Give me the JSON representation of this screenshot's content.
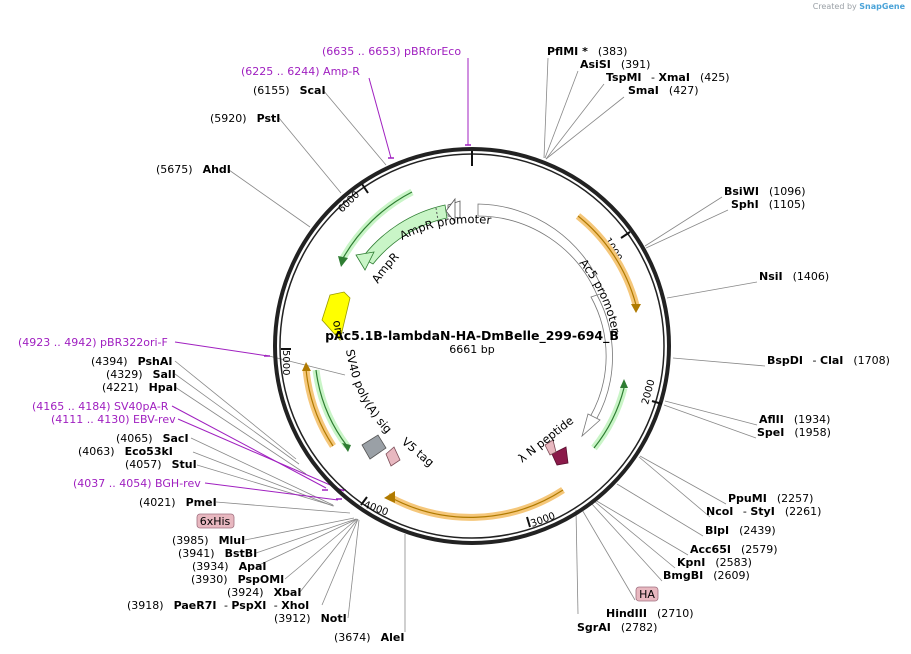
{
  "credit": {
    "prefix": "Created by",
    "brand": "SnapGene"
  },
  "plasmid": {
    "name": "pAc5.1B-lambdaN-HA-DmBelle_299-694_B",
    "length": "6661 bp"
  },
  "ticks": [
    "1000",
    "2000",
    "3000",
    "4000",
    "5000",
    "6000"
  ],
  "features": {
    "ampr_promoter": "AmpR promoter",
    "ampr": "AmpR",
    "ori": "ori",
    "sv40": "SV40 poly(A) signal",
    "v5": "V5 tag",
    "lambda": "λ N peptide",
    "ac5": "Ac5 promoter"
  },
  "colors": {
    "ampr": "#c9f5c7",
    "ori": "#ffff00",
    "orf": "#f5c77a",
    "ac5": "#ffffff",
    "sv40": "#9aa0a6",
    "v5": "#e8b8c0",
    "lambda": "#8b1a4a",
    "primer": "#a020c0"
  },
  "boxes": {
    "sixhis": "6xHis",
    "ha": "HA"
  },
  "primers": {
    "pbrforeco": "(6635 .. 6653)  pBRforEco",
    "ampr": "(6225 .. 6244)  Amp-R",
    "pbr322ori": "(4923 .. 4942)  pBR322ori-F",
    "sv40pa": "(4165 .. 4184)  SV40pA-R",
    "ebvrev": "(4111 .. 4130)  EBV-rev",
    "bghrev": "(4037 .. 4054)  BGH-rev"
  },
  "sites": {
    "pflmi": {
      "name": "PflMI *",
      "pos": "(383)"
    },
    "asisi": {
      "name": "AsiSI",
      "pos": "(391)"
    },
    "tspmi": {
      "name": "TspMI",
      "sep": " - ",
      "name2": "XmaI",
      "pos": "(425)"
    },
    "smai": {
      "name": "SmaI",
      "pos": "(427)"
    },
    "bsiwi": {
      "name": "BsiWI",
      "pos": "(1096)"
    },
    "sphi": {
      "name": "SphI",
      "pos": "(1105)"
    },
    "nsii": {
      "name": "NsiI",
      "pos": "(1406)"
    },
    "bspdi": {
      "name": "BspDI",
      "sep": " - ",
      "name2": "ClaI",
      "pos": "(1708)"
    },
    "aflii": {
      "name": "AflII",
      "pos": "(1934)"
    },
    "spei": {
      "name": "SpeI",
      "pos": "(1958)"
    },
    "ppumi": {
      "name": "PpuMI",
      "pos": "(2257)"
    },
    "ncoi": {
      "name": "NcoI",
      "sep": " - ",
      "name2": "StyI",
      "pos": "(2261)"
    },
    "blpi": {
      "name": "BlpI",
      "pos": "(2439)"
    },
    "acc65i": {
      "name": "Acc65I",
      "pos": "(2579)"
    },
    "kpni": {
      "name": "KpnI",
      "pos": "(2583)"
    },
    "bmgbi": {
      "name": "BmgBI",
      "pos": "(2609)"
    },
    "hindiii": {
      "name": "HindIII",
      "pos": "(2710)"
    },
    "sgrai": {
      "name": "SgrAI",
      "pos": "(2782)"
    },
    "alei": {
      "name": "AleI",
      "pos": "(3674)"
    },
    "noti": {
      "name": "NotI",
      "pos": "(3912)"
    },
    "paer7i": {
      "name": "PaeR7I",
      "sep": " - ",
      "name2": "PspXI",
      "sep2": " - ",
      "name3": "XhoI",
      "pos": "(3918)"
    },
    "xbai": {
      "name": "XbaI",
      "pos": "(3924)"
    },
    "pspomi": {
      "name": "PspOMI",
      "pos": "(3930)"
    },
    "apai": {
      "name": "ApaI",
      "pos": "(3934)"
    },
    "bstbi": {
      "name": "BstBI",
      "pos": "(3941)"
    },
    "mlui": {
      "name": "MluI",
      "pos": "(3985)"
    },
    "pmei": {
      "name": "PmeI",
      "pos": "(4021)"
    },
    "stui": {
      "name": "StuI",
      "pos": "(4057)"
    },
    "eco53ki": {
      "name": "Eco53kI",
      "pos": "(4063)"
    },
    "saci": {
      "name": "SacI",
      "pos": "(4065)"
    },
    "hpai": {
      "name": "HpaI",
      "pos": "(4221)"
    },
    "sali": {
      "name": "SalI",
      "pos": "(4329)"
    },
    "pshai": {
      "name": "PshAI",
      "pos": "(4394)"
    },
    "ahdi": {
      "name": "AhdI",
      "pos": "(5675)"
    },
    "psti": {
      "name": "PstI",
      "pos": "(5920)"
    },
    "scai": {
      "name": "ScaI",
      "pos": "(6155)"
    }
  }
}
